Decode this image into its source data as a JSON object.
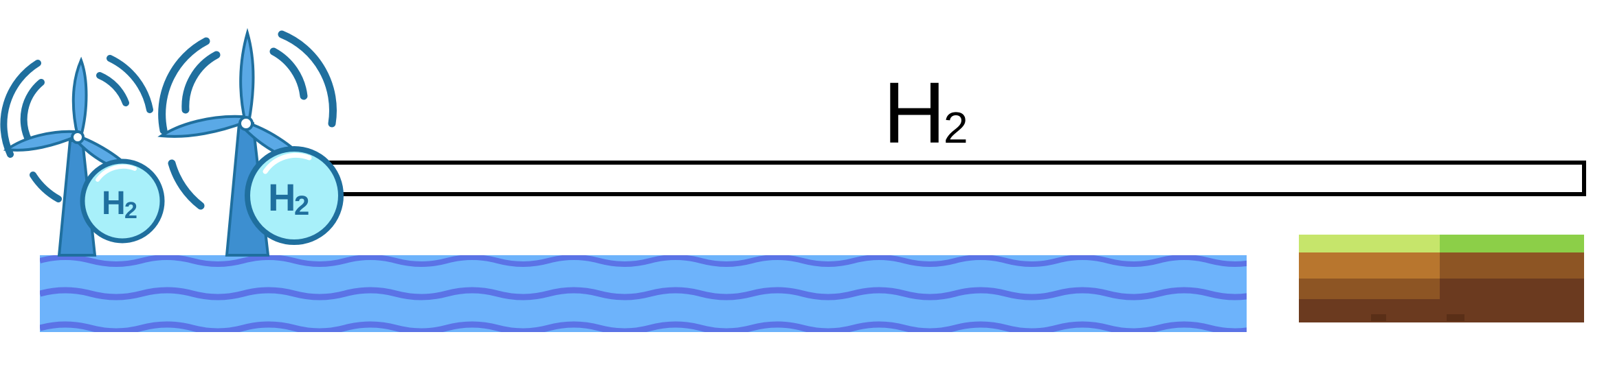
{
  "diagram": {
    "pipeline_label": {
      "main": "H",
      "subscript": "2"
    },
    "turbines": [
      {
        "badge_main": "H",
        "badge_sub": "2",
        "icon": "wind-turbine-icon"
      },
      {
        "badge_main": "H",
        "badge_sub": "2",
        "icon": "wind-turbine-icon"
      }
    ],
    "sea_icon": "sea-waves-icon",
    "land_icon": "land-soil-icon",
    "colors": {
      "water_fill": "#6db3fb",
      "water_wave": "#5b73e6",
      "turbine_blue": "#3d8fd0",
      "turbine_dark": "#1f6f9e",
      "badge_fill": "#a8f0fa",
      "pipe_stroke": "#000000",
      "pipe_fill": "#ffffff",
      "grass_light": "#c6e56b",
      "grass": "#8ccf48",
      "soil_top": "#b8762e",
      "soil_mid": "#8d5524",
      "soil_dark": "#6b3a1f"
    }
  }
}
